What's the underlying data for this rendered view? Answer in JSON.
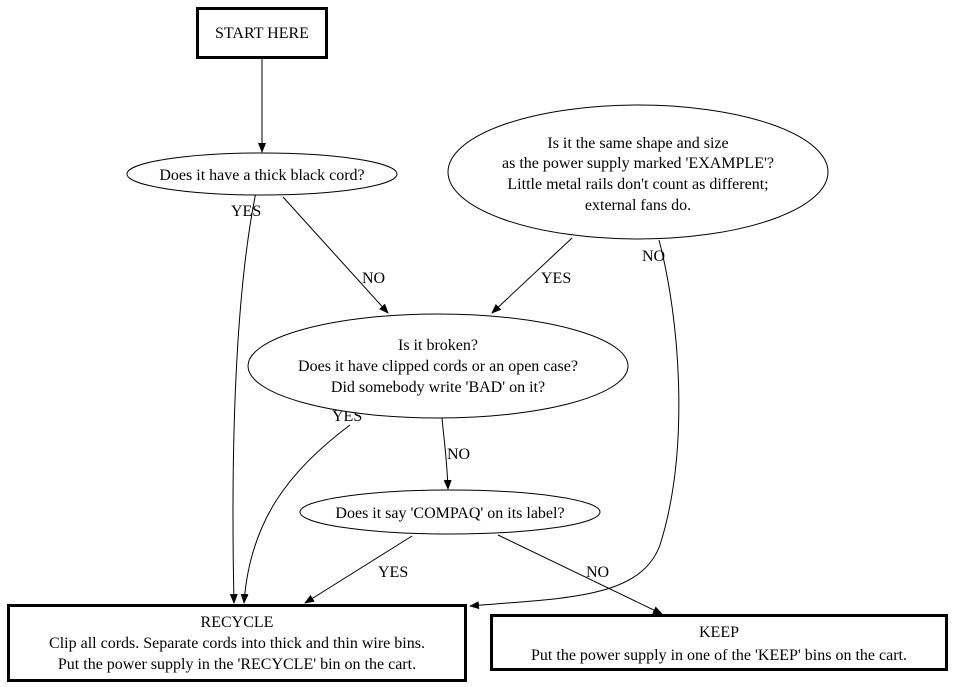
{
  "diagram": {
    "type": "flowchart",
    "nodes": {
      "start": {
        "shape": "box",
        "lines": [
          "START HERE"
        ]
      },
      "thick_cord": {
        "shape": "ellipse",
        "lines": [
          "Does it have a thick black cord?"
        ]
      },
      "same_shape": {
        "shape": "ellipse",
        "lines": [
          "Is it the same shape and size",
          "as the power supply marked 'EXAMPLE'?",
          "Little metal rails don't count as different;",
          "external fans do."
        ]
      },
      "broken": {
        "shape": "ellipse",
        "lines": [
          "Is it broken?",
          "Does it have clipped cords or an open case?",
          "Did somebody write 'BAD' on it?"
        ]
      },
      "compaq": {
        "shape": "ellipse",
        "lines": [
          "Does it say 'COMPAQ' on its label?"
        ]
      },
      "recycle": {
        "shape": "box",
        "lines": [
          "RECYCLE",
          "Clip all cords. Separate cords into thick and thin wire bins.",
          "Put the power supply in the 'RECYCLE' bin on the cart."
        ]
      },
      "keep": {
        "shape": "box",
        "lines": [
          "KEEP",
          "Put the power supply in one of the 'KEEP' bins on the cart."
        ]
      }
    },
    "edges": [
      {
        "from": "start",
        "to": "thick_cord",
        "label": ""
      },
      {
        "from": "thick_cord",
        "to": "recycle",
        "label": "YES"
      },
      {
        "from": "thick_cord",
        "to": "broken",
        "label": "NO"
      },
      {
        "from": "same_shape",
        "to": "broken",
        "label": "YES"
      },
      {
        "from": "same_shape",
        "to": "recycle",
        "label": "NO"
      },
      {
        "from": "broken",
        "to": "recycle",
        "label": "YES"
      },
      {
        "from": "broken",
        "to": "compaq",
        "label": "NO"
      },
      {
        "from": "compaq",
        "to": "recycle",
        "label": "YES"
      },
      {
        "from": "compaq",
        "to": "keep",
        "label": "NO"
      }
    ]
  }
}
